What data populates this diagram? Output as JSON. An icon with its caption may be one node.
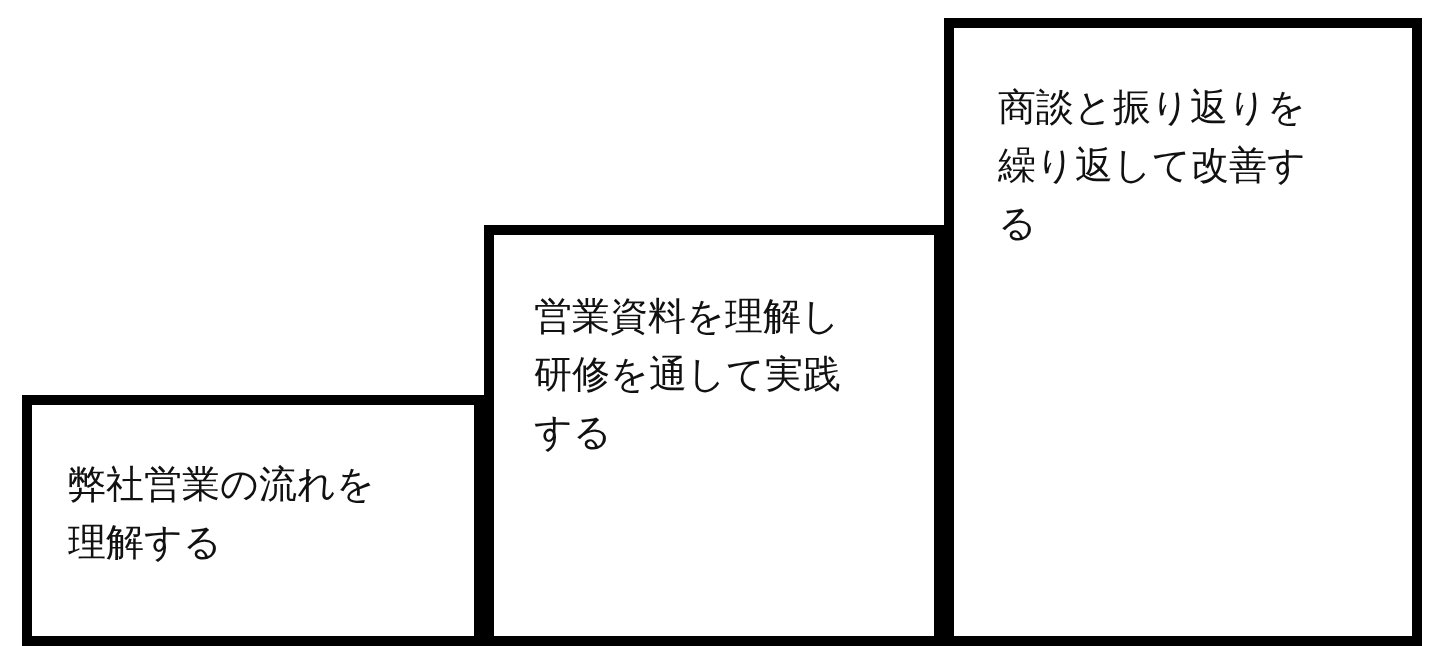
{
  "diagram": {
    "nodes": [
      {
        "text": [
          "弊社営業の流れを理解する"
        ]
      },
      {
        "text": [
          "営業資料を理解し研修を通して実践する"
        ]
      },
      {
        "text": [
          "商談と振り返りを繰り返して改善する"
        ]
      }
    ]
  }
}
